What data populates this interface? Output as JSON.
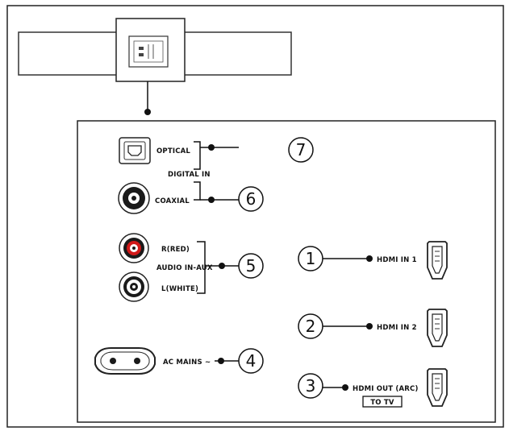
{
  "labels": {
    "optical": "OPTICAL",
    "digital_in": "DIGITAL IN",
    "coaxial": "COAXIAL",
    "r_red": "R(RED)",
    "audio_in_aux": "AUDIO IN-AUX",
    "l_white": "L(WHITE)",
    "ac_mains": "AC MAINS ~",
    "hdmi_in_1": "HDMI IN 1",
    "hdmi_in_2": "HDMI IN 2",
    "hdmi_out_arc": "HDMI OUT (ARC)",
    "to_tv": "TO TV"
  },
  "callouts": {
    "n1": "1",
    "n2": "2",
    "n3": "3",
    "n4": "4",
    "n5": "5",
    "n6": "6",
    "n7": "7"
  },
  "colors": {
    "line": "#111111",
    "red_jack": "#d01818",
    "panel_bg": "#ffffff"
  }
}
